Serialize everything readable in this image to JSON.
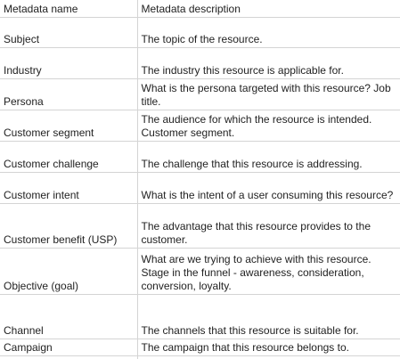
{
  "table": {
    "header": {
      "name": "Metadata name",
      "description": "Metadata description"
    },
    "rows": [
      {
        "name": "Subject",
        "description": "The topic of the resource."
      },
      {
        "name": "Industry",
        "description": "The industry this resource is applicable for."
      },
      {
        "name": "Persona",
        "description": "What is the persona targeted with this resource? Job title."
      },
      {
        "name": "Customer segment",
        "description": "The audience for which the resource is intended. Customer segment."
      },
      {
        "name": "Customer challenge",
        "description": "The challenge that this resource is addressing."
      },
      {
        "name": "Customer intent",
        "description": "What is the intent of a user consuming this resource?"
      },
      {
        "name": "Customer benefit (USP)",
        "description": "The advantage that this resource provides to the customer."
      },
      {
        "name": "Objective (goal)",
        "description": "What are we trying to achieve with this resource. Stage in the funnel - awareness, consideration, conversion, loyalty."
      },
      {
        "name": "Channel",
        "description": "The channels that this resource is suitable for."
      },
      {
        "name": "Campaign",
        "description": "The campaign that this resource belongs to."
      },
      {
        "name": "",
        "description": ""
      }
    ]
  }
}
